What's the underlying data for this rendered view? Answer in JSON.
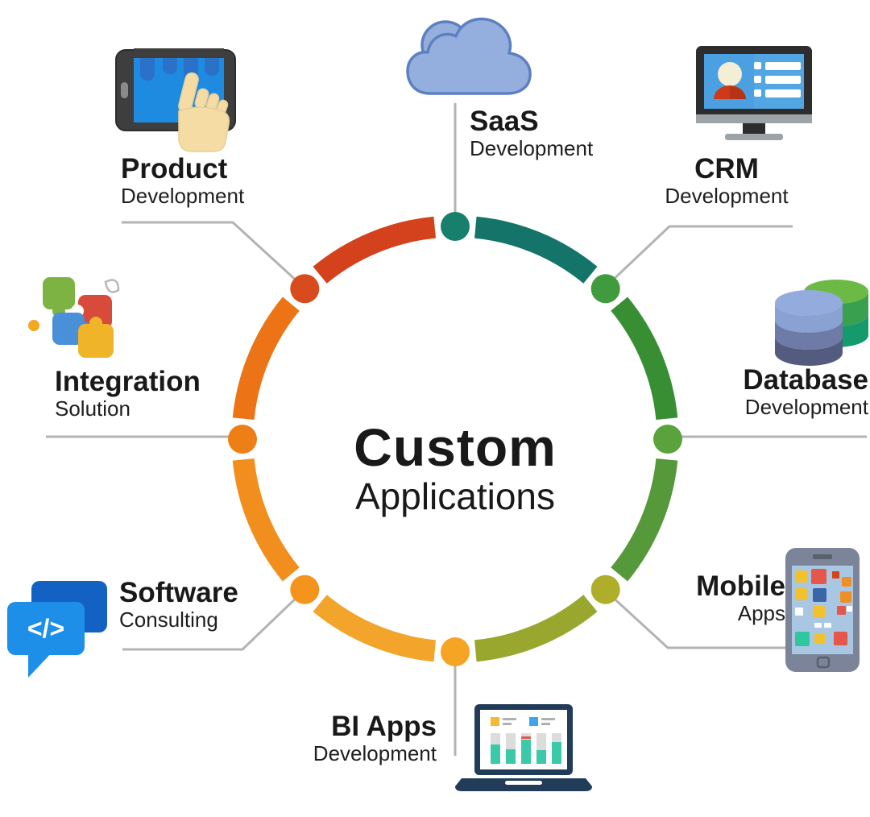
{
  "background": "#ffffff",
  "center": {
    "title": "Custom",
    "subtitle": "Applications"
  },
  "connector_color": "#b3b3b3",
  "ring": {
    "segments": [
      {
        "name": "segment-saas-to-crm",
        "color": "#14746a"
      },
      {
        "name": "segment-crm-to-database",
        "color": "#388f33"
      },
      {
        "name": "segment-database-to-mobile",
        "color": "#55993a"
      },
      {
        "name": "segment-mobile-to-bi",
        "color": "#9aa72f"
      },
      {
        "name": "segment-bi-to-software",
        "color": "#f3a42a"
      },
      {
        "name": "segment-software-to-integration",
        "color": "#f28e1e"
      },
      {
        "name": "segment-integration-to-product",
        "color": "#ec7416"
      },
      {
        "name": "segment-product-to-saas",
        "color": "#d4411d"
      }
    ],
    "nodes": [
      {
        "name": "saas-node",
        "color": "#17806c"
      },
      {
        "name": "crm-node",
        "color": "#3f9b3d"
      },
      {
        "name": "database-node",
        "color": "#5aa33c"
      },
      {
        "name": "mobile-node",
        "color": "#afae2b"
      },
      {
        "name": "bi-node",
        "color": "#f5a423"
      },
      {
        "name": "software-node",
        "color": "#f5941d"
      },
      {
        "name": "integration-node",
        "color": "#ee7f17"
      },
      {
        "name": "product-node",
        "color": "#d74b1e"
      }
    ]
  },
  "items": [
    {
      "title": "SaaS",
      "subtitle": "Development",
      "icon": "cloud-icon"
    },
    {
      "title": "CRM",
      "subtitle": "Development",
      "icon": "crm-monitor-icon"
    },
    {
      "title": "Database",
      "subtitle": "Development",
      "icon": "database-icon"
    },
    {
      "title": "Mobile",
      "subtitle": "Apps",
      "icon": "smartphone-icon"
    },
    {
      "title": "BI Apps",
      "subtitle": "Development",
      "icon": "laptop-chart-icon"
    },
    {
      "title": "Software",
      "subtitle": "Consulting",
      "icon": "chat-code-icon"
    },
    {
      "title": "Integration",
      "subtitle": "Solution",
      "icon": "puzzle-icon"
    },
    {
      "title": "Product",
      "subtitle": "Development",
      "icon": "tablet-touch-icon"
    }
  ],
  "icon_colors": {
    "cloud_fill": "#94aedd",
    "cloud_stroke": "#5d80c1",
    "chat_front": "#1e8fe8",
    "chat_back": "#1461c4",
    "monitor_screen": "#4aa0e0",
    "phone_body": "#7b8498",
    "laptop_frame": "#203c58",
    "bar_teal": "#3cc9a7",
    "screen_blue": "#1f8be0",
    "hand_cream": "#f4dca4"
  },
  "chat_code_glyph": "</>"
}
